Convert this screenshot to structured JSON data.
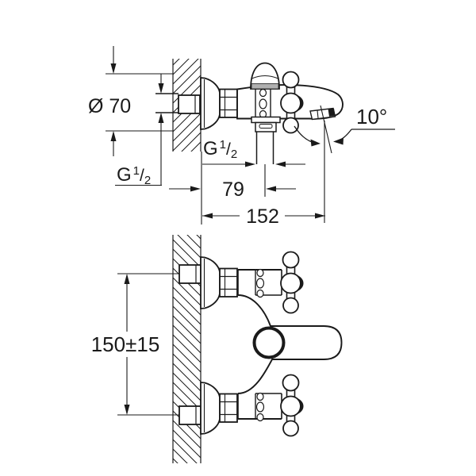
{
  "drawing": {
    "subject": "technical dimension drawing of wall-mounted bath-shower mixer faucet (side elevation and plan view)",
    "colors": {
      "line": "#1a1a1a",
      "shade_gray": "#b0b0b0",
      "background": "#ffffff"
    },
    "dimensions": {
      "escutcheon_diameter": "Ø 70",
      "supply_thread": {
        "letter": "G",
        "numerator": "1",
        "separator": "/",
        "denominator": "2"
      },
      "shower_outlet_thread": {
        "letter": "G",
        "numerator": "1",
        "separator": "/",
        "denominator": "2"
      },
      "wall_to_shower_outlet": "79",
      "wall_to_spout_tip": "152",
      "spout_angle": "10°",
      "connection_distance": "150±15"
    }
  }
}
